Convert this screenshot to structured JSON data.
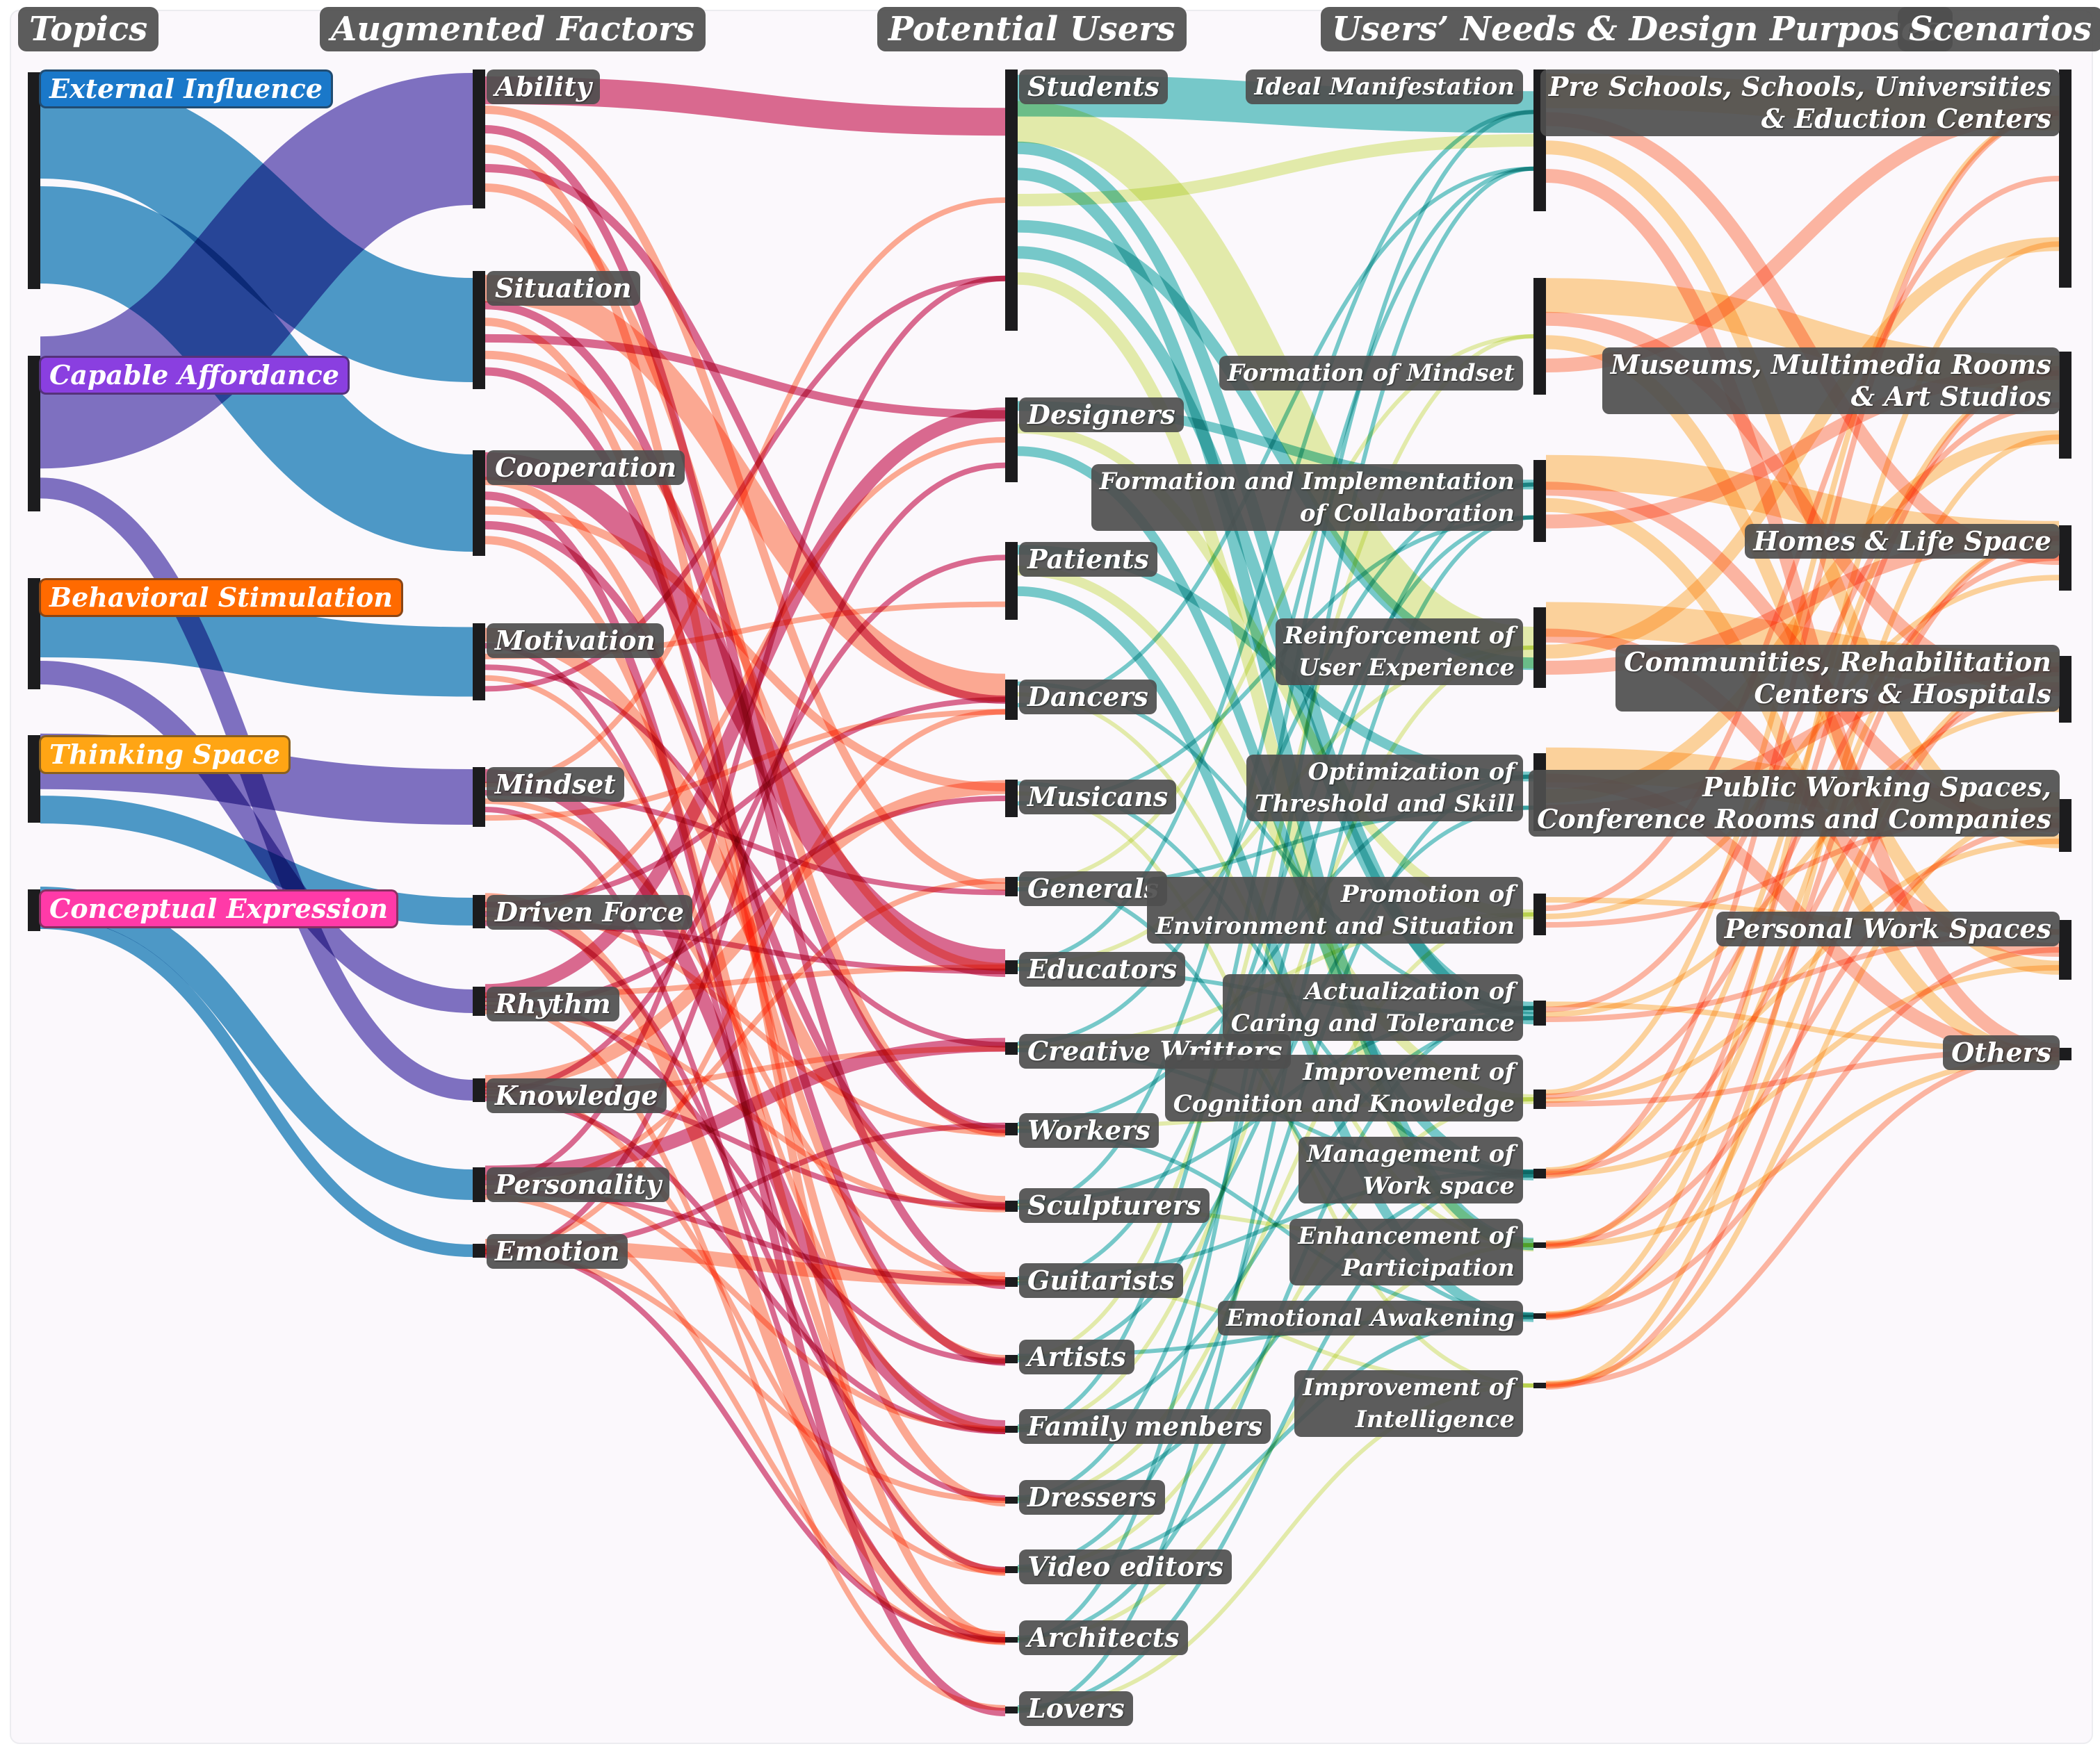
{
  "headers": {
    "topics": "Topics",
    "factors": "Augmented Factors",
    "users": "Potential Users",
    "needs": "Users’ Needs & Design Purposes",
    "scenarios": "Scenarios"
  },
  "colors": {
    "external_influence": "#2f8bc0",
    "capable_affordance": "#6a5bb8",
    "behavioral_stimulation": "#ff7a10",
    "thinking_space": "#f5a623",
    "conceptual_expression": "#ff3fa0",
    "factor_flow_warm": "#ff8a66",
    "factor_flow_deep": "#cf2e62",
    "user_flow_teal": "#2fb3b0",
    "user_flow_lime": "#d8ea80",
    "scenario_flow": "#ffbd5c"
  },
  "topics": [
    {
      "label": "External Influence",
      "color": "#1a78c9"
    },
    {
      "label": "Capable Affordance",
      "color": "#8a3fe0"
    },
    {
      "label": "Behavioral Stimulation",
      "color": "#ff6a00"
    },
    {
      "label": "Thinking Space",
      "color": "#ffa514"
    },
    {
      "label": "Conceptual Expression",
      "color": "#ff3aa8"
    }
  ],
  "factors": [
    "Ability",
    "Situation",
    "Cooperation",
    "Motivation",
    "Mindset",
    "Driven Force",
    "Rhythm",
    "Knowledge",
    "Personality",
    "Emotion"
  ],
  "users": [
    "Students",
    "Designers",
    "Patients",
    "Dancers",
    "Musicans",
    "Generals",
    "Educators",
    "Creative Writters",
    "Workers",
    "Sculpturers",
    "Guitarists",
    "Artists",
    "Family menbers",
    "Dressers",
    "Video editors",
    "Architects",
    "Lovers"
  ],
  "needs": [
    "Ideal Manifestation",
    "Formation of Mindset",
    "Formation and Implementation\nof Collaboration",
    "Reinforcement of\nUser Experience",
    "Optimization of\nThreshold and Skill",
    "Promotion of\nEnvironment and Situation",
    "Actualization of\nCaring and Tolerance",
    "Improvement of\nCognition and Knowledge",
    "Management of\nWork space",
    "Enhancement of\nParticipation",
    "Emotional Awakening",
    "Improvement of\nIntelligence"
  ],
  "scenarios": [
    "Pre Schools, Schools, Universities\n& Eduction Centers",
    "Museums, Multimedia Rooms\n& Art Studios",
    "Homes & Life Space",
    "Communities, Rehabilitation\nCenters & Hospitals",
    "Public Working Spaces,\nConference Rooms and Companies",
    "Personal Work Spaces",
    "Others"
  ]
}
